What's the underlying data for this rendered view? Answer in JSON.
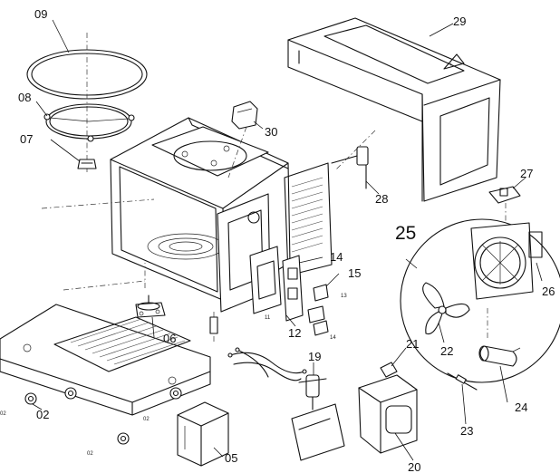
{
  "callouts": {
    "c09": "09",
    "c08": "08",
    "c07": "07",
    "c30": "30",
    "c29": "29",
    "c28": "28",
    "c27": "27",
    "c25": "25",
    "c26": "26",
    "c14": "14",
    "c15": "15",
    "c13": "13",
    "c11": "11",
    "c12": "12",
    "c14b": "14",
    "c06": "06",
    "c22": "22",
    "c21": "21",
    "c19": "19",
    "c24": "24",
    "c23": "23",
    "c02a": "02",
    "c02b": "02",
    "c02c": "02",
    "c02d": "02",
    "c05": "05",
    "c20": "20"
  }
}
